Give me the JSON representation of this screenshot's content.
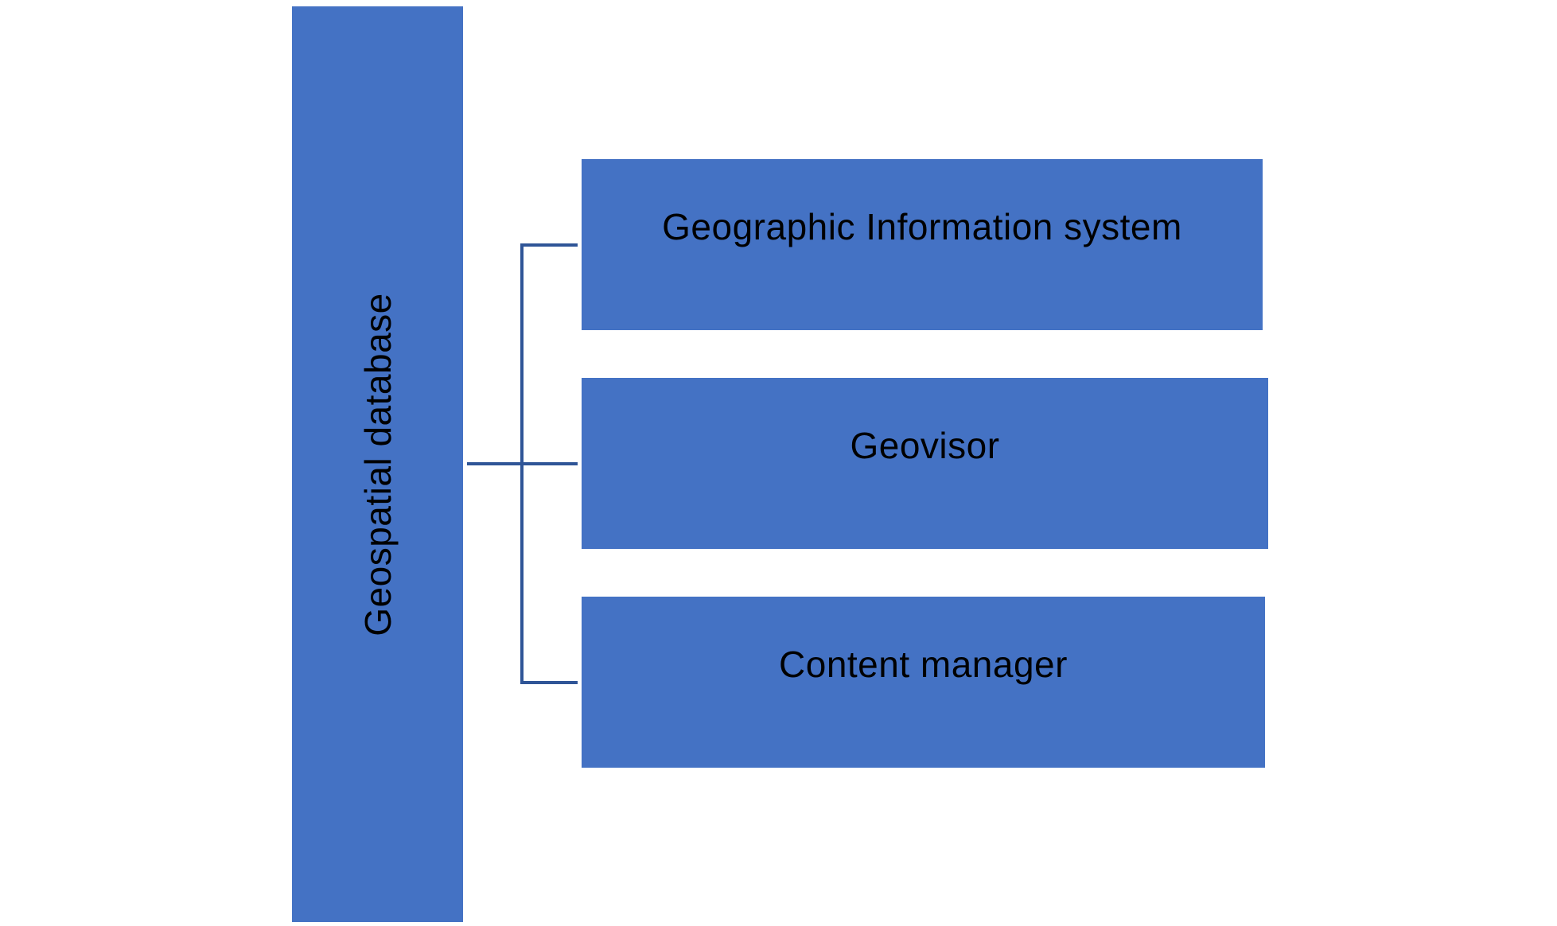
{
  "colors": {
    "box_fill": "#4472C4",
    "connector": "#2F5597",
    "text": "#000000",
    "background": "#FFFFFF"
  },
  "root": {
    "label": "Geospatial database"
  },
  "children": [
    {
      "label": "Geographic Information system"
    },
    {
      "label": "Geovisor"
    },
    {
      "label": "Content manager"
    }
  ]
}
